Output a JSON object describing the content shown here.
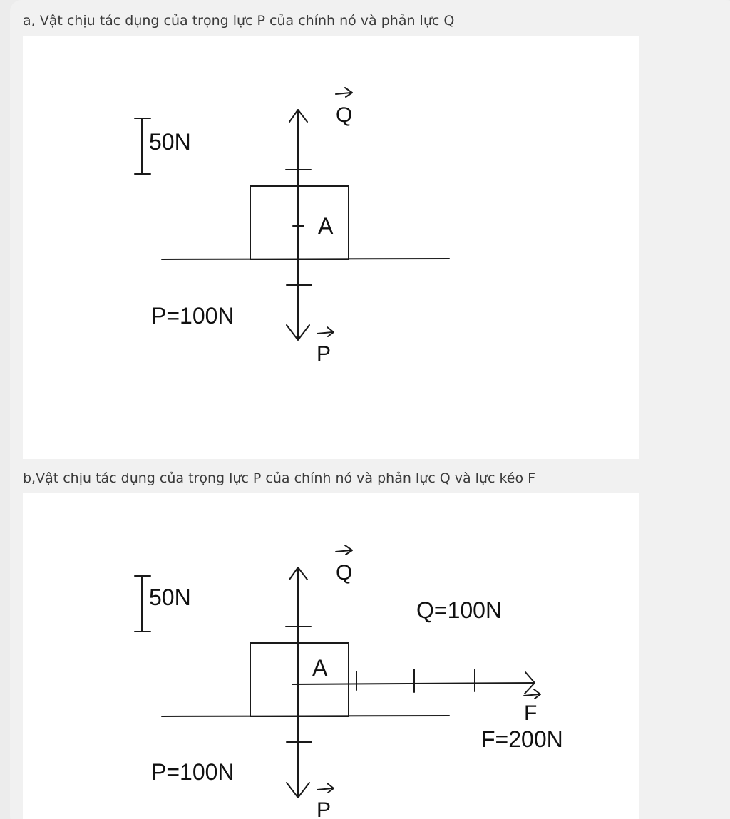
{
  "part_a": {
    "caption": "a, Vật chịu tác dụng của trọng lực P của chính nó và phản lực Q",
    "scale_label": "50N",
    "body_label": "A",
    "vector_q": "Q",
    "vector_p": "P",
    "weight_label": "P=100N"
  },
  "part_b": {
    "caption": "b,Vật chịu tác dụng của trọng lực P của chính nó và phản lực Q và lực kéo F",
    "scale_label": "50N",
    "body_label": "A",
    "vector_q": "Q",
    "vector_p": "P",
    "vector_f": "F",
    "reaction_label": "Q=100N",
    "weight_label": "P=100N",
    "pull_label": "F=200N"
  }
}
